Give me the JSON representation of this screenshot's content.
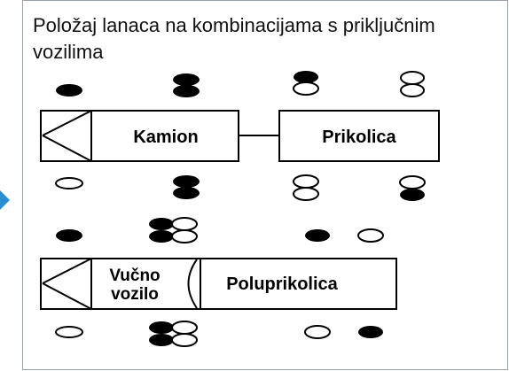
{
  "diagram": {
    "title": "Položaj lanaca na kombinacijama s priključnim vozilima",
    "truck_label": "Kamion",
    "trailer_label": "Prikolica",
    "tractor_label_line1": "Vučno",
    "tractor_label_line2": "vozilo",
    "semitrailer_label": "Poluprikolica"
  },
  "colors": {
    "border": "#9aa3ad",
    "marker": "#2a8fd0",
    "ink": "#000000"
  }
}
